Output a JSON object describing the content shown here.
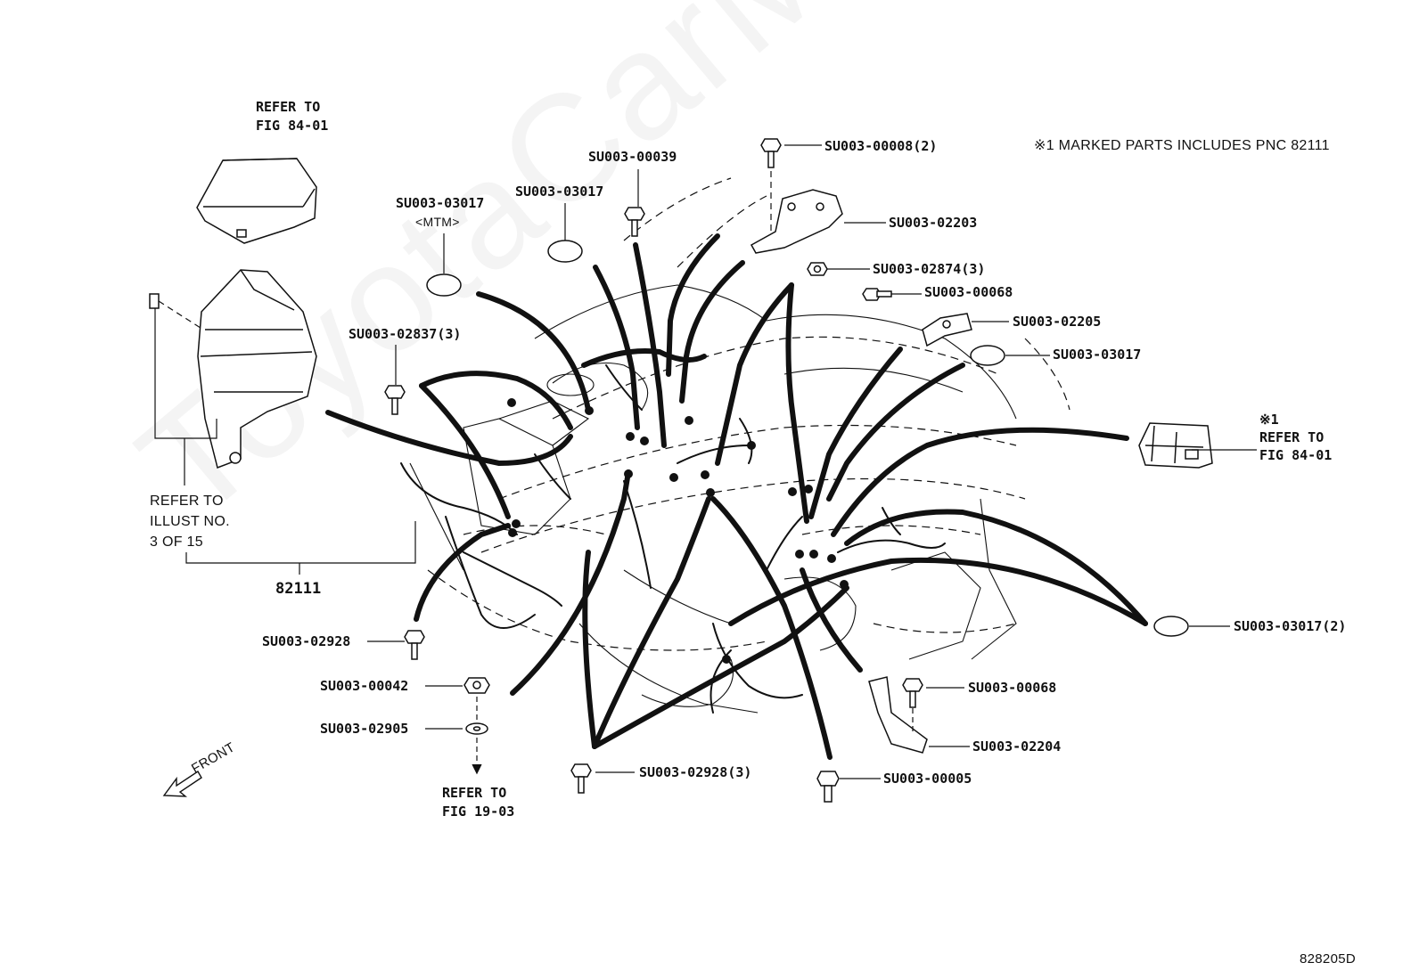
{
  "watermark": "ToyotaCarMine.ru",
  "note": "※1 MARKED PARTS INCLUDES PNC 82111",
  "figure_id": "828205D",
  "main_part": "82111",
  "front_label": "FRONT",
  "refer_top_left": "REFER TO\nFIG 84-01",
  "refer_illust": "REFER TO\nILLUST NO.\n3 OF 15",
  "refer_right": "※1\nREFER TO\nFIG 84-01",
  "refer_bottom": "REFER TO\nFIG 19-03",
  "callouts": {
    "c1": "SU003-00008(2)",
    "c2": "SU003-00039",
    "c3": "SU003-03017",
    "c4": "SU003-03017",
    "c4_sub": "<MTM>",
    "c5": "SU003-02203",
    "c6": "SU003-02874(3)",
    "c7": "SU003-00068",
    "c8": "SU003-02205",
    "c9": "SU003-03017",
    "c10": "SU003-02837(3)",
    "c11": "SU003-03017(2)",
    "c12": "SU003-02928",
    "c13": "SU003-00042",
    "c14": "SU003-02905",
    "c15": "SU003-00068",
    "c16": "SU003-02204",
    "c17": "SU003-02928(3)",
    "c18": "SU003-00005"
  },
  "colors": {
    "line": "#111111",
    "watermark": "#e9e9e9"
  }
}
